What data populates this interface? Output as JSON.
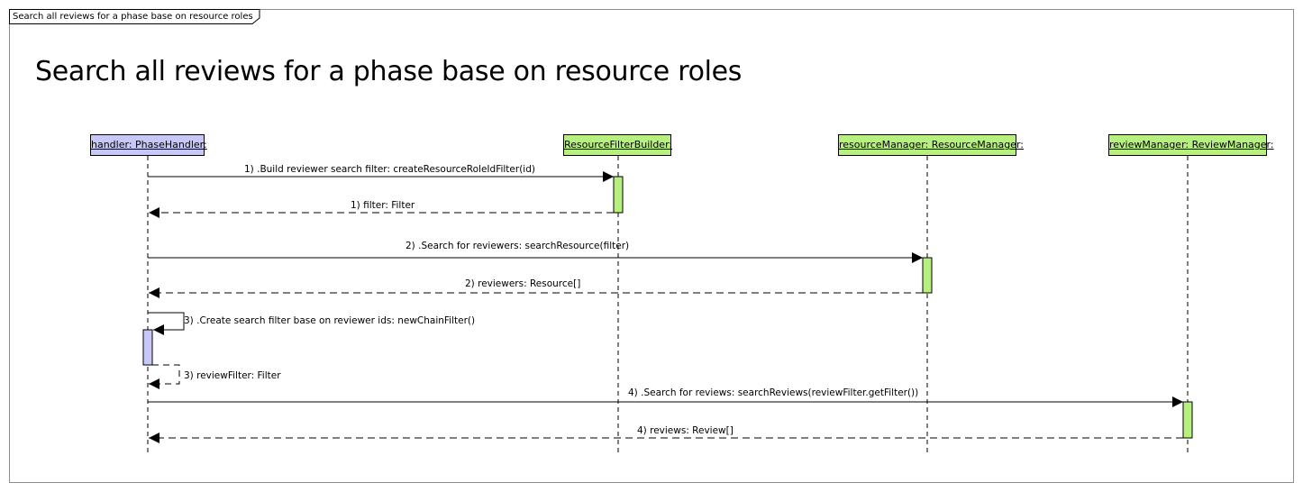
{
  "frame": {
    "tab_label": "Search all reviews for a phase base on resource roles",
    "title": "Search all reviews for a phase base on resource roles"
  },
  "lifelines": [
    {
      "id": "handler",
      "label": "handler: PhaseHandler:",
      "color": "#c8c8f8"
    },
    {
      "id": "rfb",
      "label": "ResourceFilterBuilder:",
      "color": "#b8f080"
    },
    {
      "id": "rm",
      "label": "resourceManager: ResourceManager:",
      "color": "#b8f080"
    },
    {
      "id": "revm",
      "label": "reviewManager: ReviewManager:",
      "color": "#b8f080"
    }
  ],
  "messages": [
    {
      "label": "1) .Build reviewer search filter: createResourceRoleIdFilter(id)",
      "kind": "call",
      "from": "handler",
      "to": "rfb"
    },
    {
      "label": "1) filter: Filter",
      "kind": "return",
      "from": "rfb",
      "to": "handler"
    },
    {
      "label": "2) .Search for reviewers: searchResource(filter)",
      "kind": "call",
      "from": "handler",
      "to": "rm"
    },
    {
      "label": "2) reviewers: Resource[]",
      "kind": "return",
      "from": "rm",
      "to": "handler"
    },
    {
      "label": "3) .Create search filter base on reviewer ids: newChainFilter()",
      "kind": "self-call",
      "from": "handler",
      "to": "handler"
    },
    {
      "label": "3) reviewFilter: Filter",
      "kind": "self-return",
      "from": "handler",
      "to": "handler"
    },
    {
      "label": "4) .Search for reviews: searchReviews(reviewFilter.getFilter())",
      "kind": "call",
      "from": "handler",
      "to": "revm"
    },
    {
      "label": "4) reviews: Review[]",
      "kind": "return",
      "from": "revm",
      "to": "handler"
    }
  ]
}
